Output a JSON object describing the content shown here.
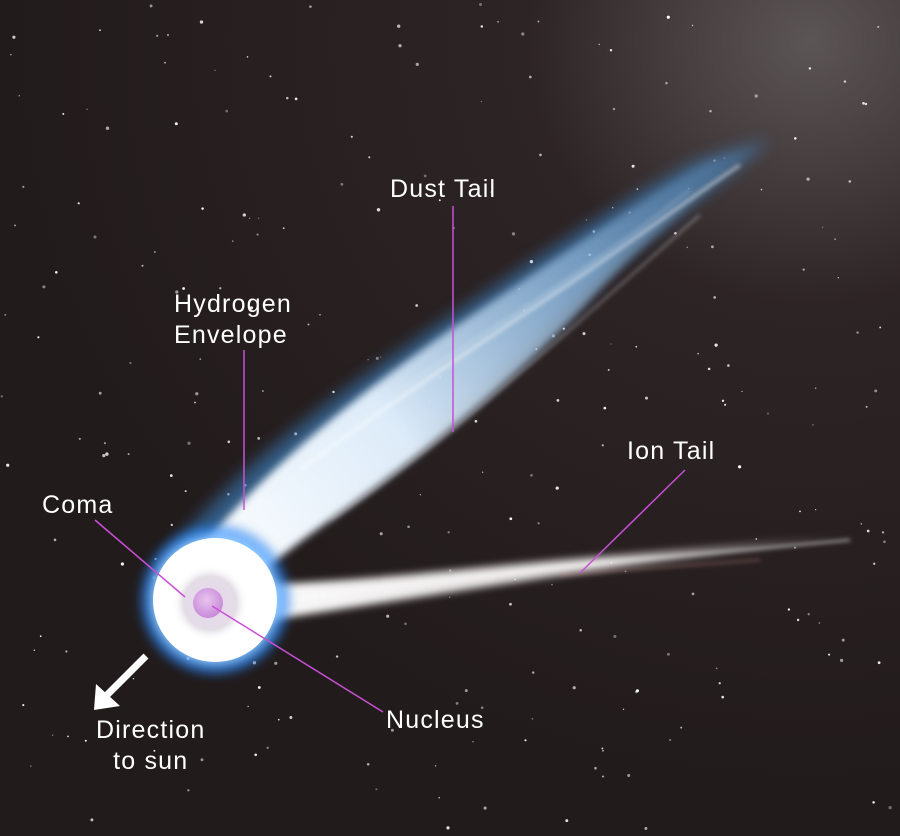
{
  "labels": {
    "dust_tail": "Dust Tail",
    "hydrogen_envelope": [
      "Hydrogen",
      "Envelope"
    ],
    "ion_tail": "Ion Tail",
    "coma": "Coma",
    "nucleus": "Nucleus",
    "direction": [
      "Direction",
      "to sun"
    ]
  },
  "colors": {
    "background": "#231c1c",
    "leader_line": "#c94fd6",
    "label_text": "#ffffff",
    "glow": "#4fb0ff",
    "nucleus": "#d9a6e6"
  }
}
